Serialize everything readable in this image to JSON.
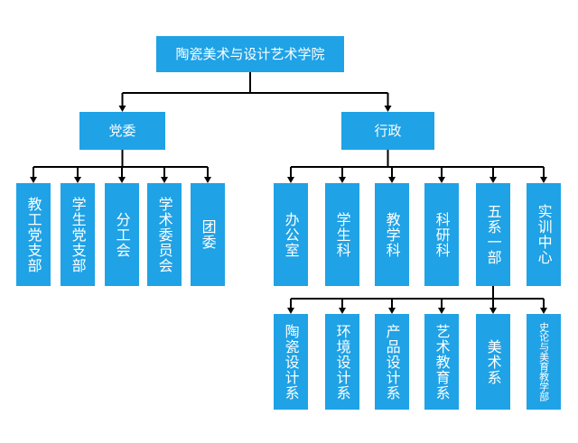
{
  "root": "陶瓷美术与设计艺术学院",
  "branches": [
    {
      "label": "党委",
      "children": [
        "教工党支部",
        "学生党支部",
        "分工会",
        "学术委员会",
        "团委"
      ]
    },
    {
      "label": "行政",
      "children": [
        "办公室",
        "学生科",
        "教学科",
        "科研科",
        "五系一部",
        "实训中心"
      ],
      "sub_parent": "五系一部",
      "sub_children": [
        "陶瓷设计系",
        "环境设计系",
        "产品设计系",
        "艺术教育系",
        "美术系",
        "史论与美育教学部"
      ]
    }
  ],
  "colors": {
    "box": "#1fa2e6",
    "text": "#ffffff",
    "line": "#000000"
  }
}
